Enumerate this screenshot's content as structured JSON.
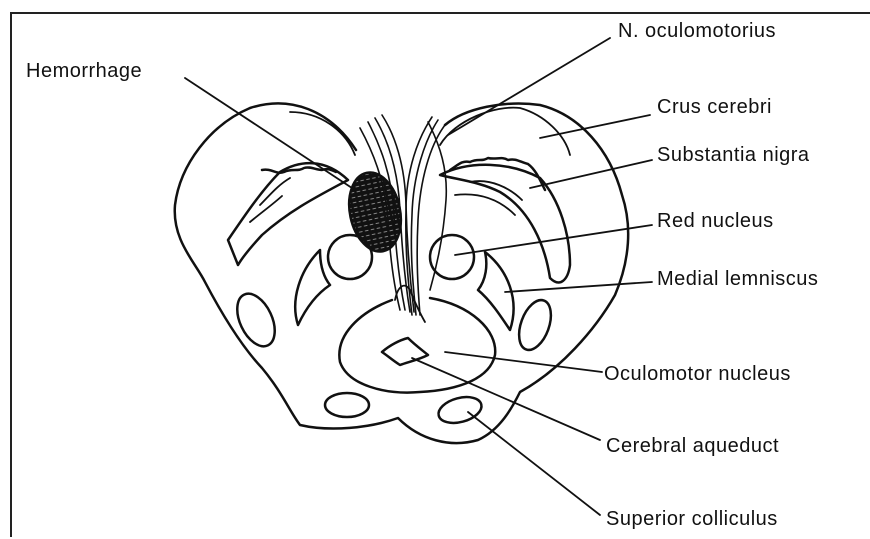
{
  "labels": {
    "hemorrhage": "Hemorrhage",
    "n_oculomotorius": "N. oculomotorius",
    "crus_cerebri": "Crus cerebri",
    "substantia_nigra": "Substantia nigra",
    "red_nucleus": "Red nucleus",
    "medial_lemniscus": "Medial lemniscus",
    "oculomotor_nucleus": "Oculomotor nucleus",
    "cerebral_aqueduct": "Cerebral aqueduct",
    "superior_colliculus": "Superior colliculus"
  }
}
